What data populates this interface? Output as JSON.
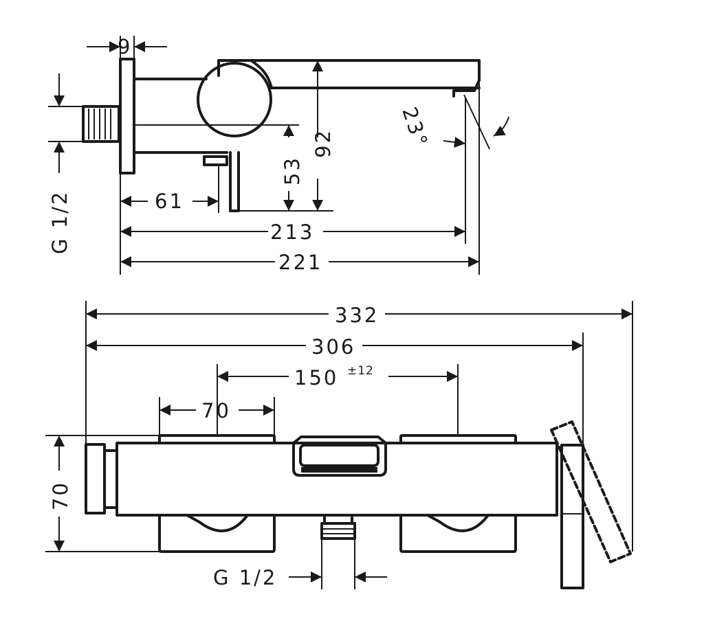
{
  "colors": {
    "line": "#1a1a1a",
    "background": "#ffffff"
  },
  "side_view": {
    "dim_wall_plate": "9",
    "dim_thread_label": "G 1/2",
    "dim_lever_height": "53",
    "dim_total_height": "92",
    "dim_lever_offset": "61",
    "dim_spout_reach": "213",
    "dim_total_depth": "221",
    "dim_spout_angle": "23°"
  },
  "front_view": {
    "dim_total_width": "332",
    "dim_body_width": "306",
    "dim_centers": "150",
    "dim_centers_tolerance": "±12",
    "dim_cap_width": "70",
    "dim_height": "70",
    "dim_outlet_thread": "G 1/2"
  }
}
